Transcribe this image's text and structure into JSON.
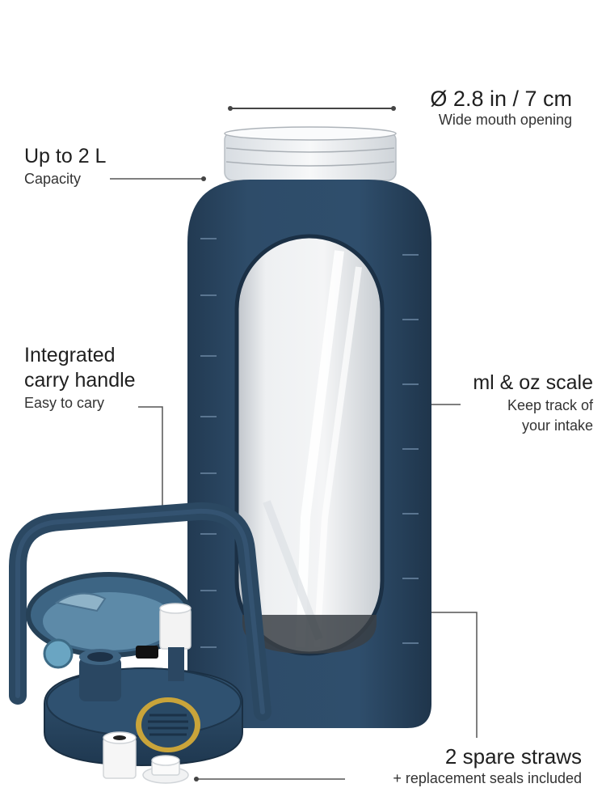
{
  "callouts": {
    "opening": {
      "title": "Ø 2.8 in / 7 cm",
      "sub": "Wide mouth opening"
    },
    "capacity": {
      "title": "Up to 2 L",
      "sub": "Capacity"
    },
    "handle": {
      "title_line1": "Integrated",
      "title_line2": "carry handle",
      "sub": "Easy to cary"
    },
    "scale": {
      "title": "ml & oz scale",
      "sub_line1": "Keep track of",
      "sub_line2": "your intake"
    },
    "straws": {
      "title": "2 spare straws",
      "sub": "+ replacement seals included"
    }
  },
  "colors": {
    "sleeve": "#2d4a66",
    "sleeve_dark": "#223a52",
    "glass": "#e9ecef",
    "accent_gold": "#c9a43a",
    "text": "#1f1f1f"
  }
}
